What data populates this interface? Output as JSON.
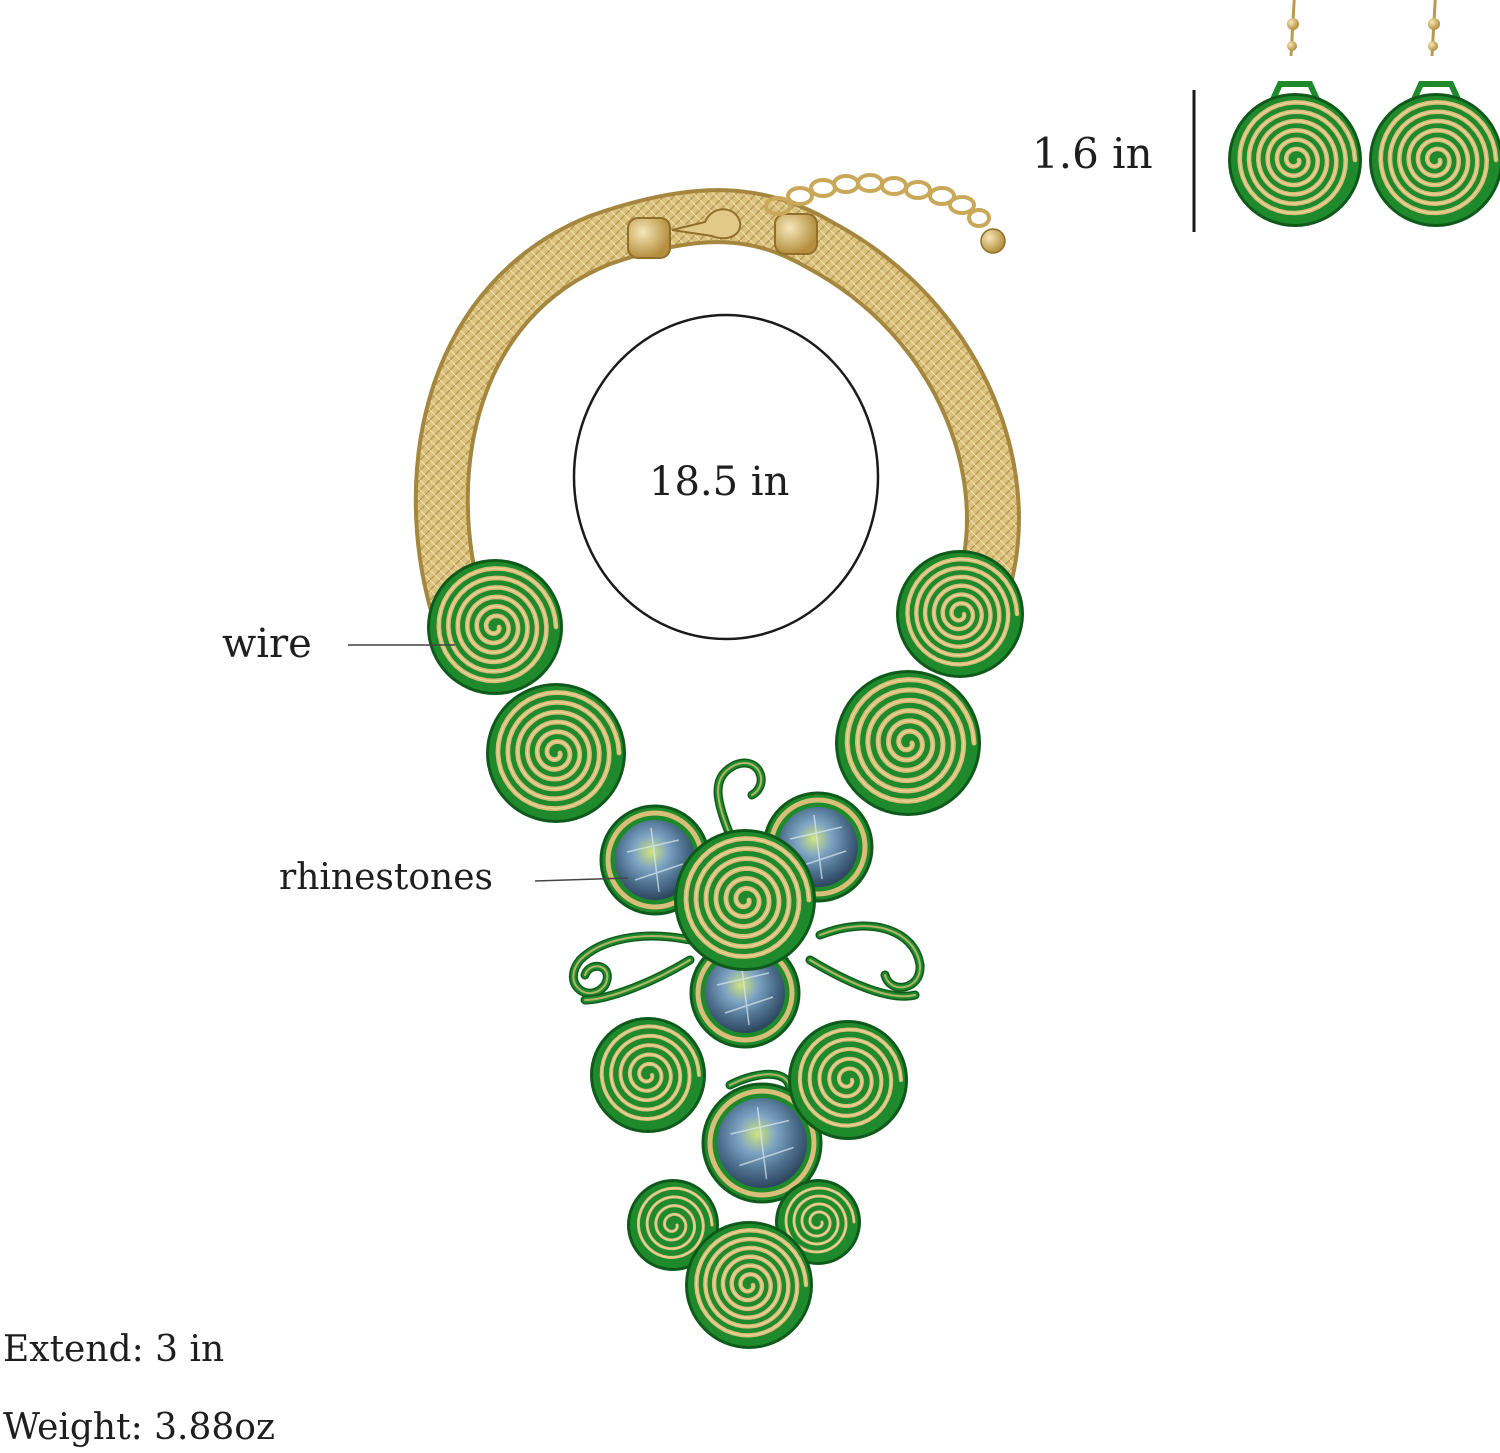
{
  "annotations": {
    "length": "18.5 in",
    "wire": "wire",
    "rhinestones": "rhinestones",
    "earring_size": "1.6 in"
  },
  "specs": {
    "extend": "Extend: 3 in",
    "weight": "Weight: 3.88oz"
  },
  "colors": {
    "background": "#ffffff",
    "wire_green": "#1e8a2c",
    "dark_green": "#0f5a1a",
    "gold": "#d9be7a",
    "gold_light": "#ecd9a3",
    "stone": "#6b8fa6"
  }
}
